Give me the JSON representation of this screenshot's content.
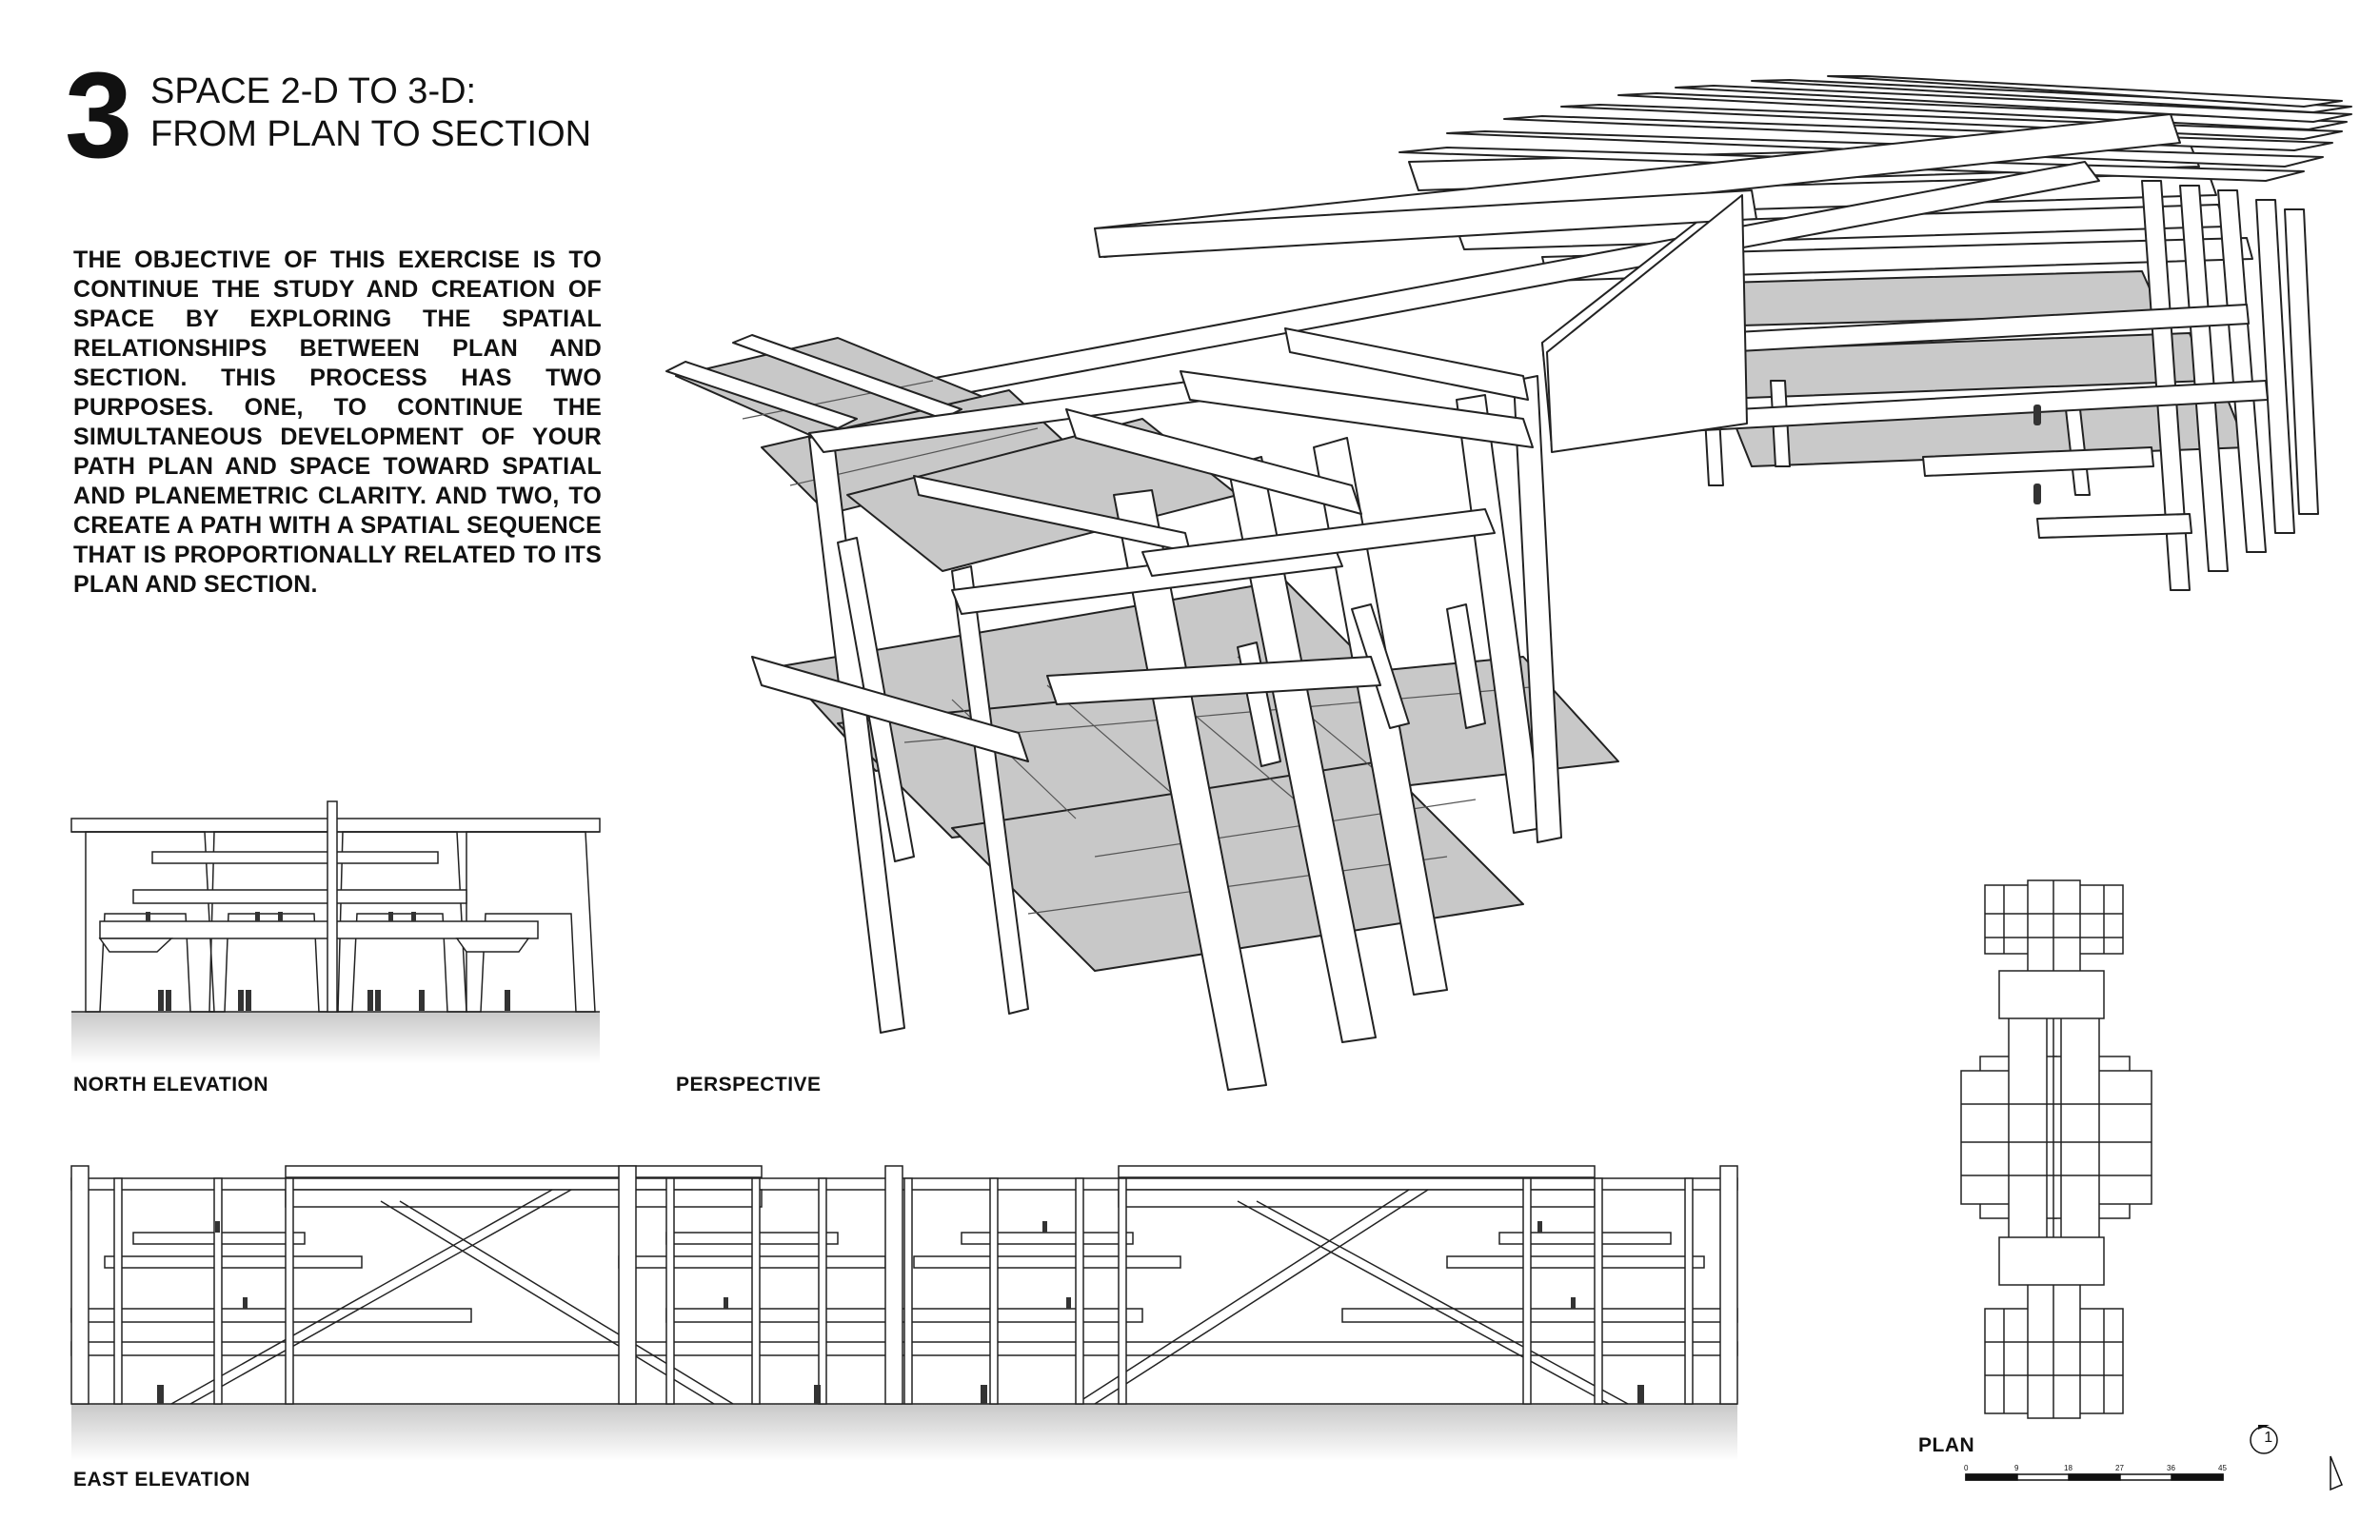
{
  "sheet": {
    "number": "3",
    "title_line1": "SPACE 2-D TO 3-D:",
    "title_line2": "FROM PLAN TO SECTION",
    "objective": "THE OBJECTIVE OF THIS EXERCISE IS TO CONTINUE THE STUDY AND CREATION OF SPACE BY EXPLORING THE SPATIAL RELATIONSHIPS BETWEEN PLAN AND SECTION. THIS PROCESS HAS TWO PURPOSES. ONE, TO CONTINUE THE SIMULTANEOUS DEVELOPMENT OF YOUR PATH PLAN AND SPACE TOWARD SPATIAL AND PLANEMETRIC CLARITY. AND TWO, TO CREATE A PATH WITH A SPATIAL SEQUENCE THAT IS PROPORTIONALLY RELATED TO ITS PLAN AND SECTION."
  },
  "drawings": {
    "north_elevation_label": "NORTH ELEVATION",
    "perspective_label": "PERSPECTIVE",
    "east_elevation_label": "EAST ELEVATION",
    "plan_label": "PLAN",
    "scale_ticks": [
      "0",
      "9",
      "18",
      "27",
      "36",
      "45"
    ],
    "sheet_marker": "1"
  }
}
